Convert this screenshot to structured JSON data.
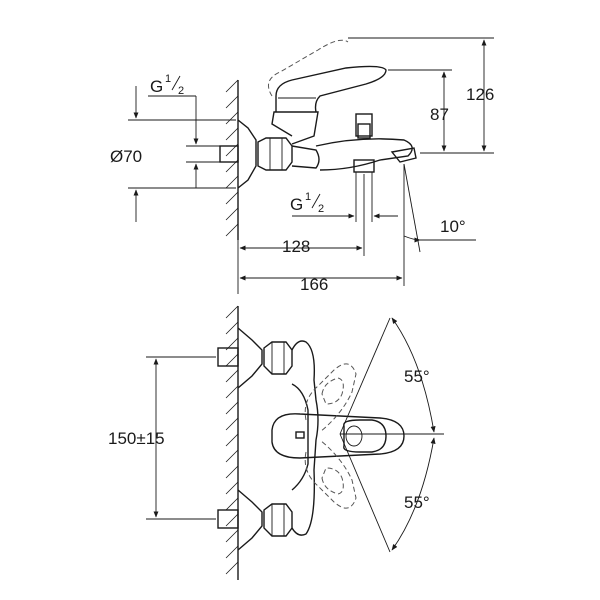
{
  "top_view": {
    "dimensions": {
      "height_total": "126",
      "height_spout": "87",
      "diameter": "Ø70",
      "length_spout": "128",
      "length_total": "166",
      "angle_spout": "10°"
    },
    "thread_upper": {
      "main": "G",
      "num": "1",
      "den": "2"
    },
    "thread_lower": {
      "main": "G",
      "num": "1",
      "den": "2"
    }
  },
  "front_view": {
    "dimensions": {
      "center_distance": "150±15",
      "lever_angle_up": "55°",
      "lever_angle_down": "55°"
    }
  },
  "colors": {
    "line": "#1a1a1a",
    "hidden": "#555555"
  }
}
